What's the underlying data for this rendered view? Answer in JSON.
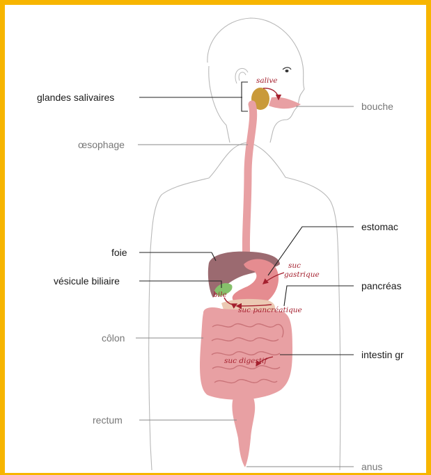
{
  "labels": {
    "glandes_salivaires": "glandes salivaires",
    "bouche": "bouche",
    "oesophage": "œsophage",
    "estomac": "estomac",
    "foie": "foie",
    "vesicule_biliaire": "vésicule biliaire",
    "pancreas": "pancréas",
    "colon": "côlon",
    "intestin": "intestin gr",
    "rectum": "rectum",
    "anus": "anus"
  },
  "annotations": {
    "salive": "salive",
    "suc_gastrique_1": "suc",
    "suc_gastrique_2": "gastrique",
    "bile": "bile",
    "suc_pancreatique": "suc pancréatique",
    "suc_digestif": "suc digestif"
  },
  "colors": {
    "frame": "#f7b500",
    "organ": "#e8a0a3",
    "liver": "#9b6a70",
    "gallbladder": "#86c06b",
    "gland": "#c99a3a",
    "annotation": "#a4202e"
  }
}
